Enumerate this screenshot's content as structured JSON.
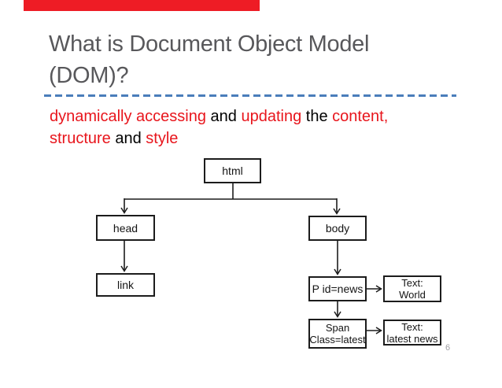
{
  "slide": {
    "accent_bar_color": "#ee1c25",
    "title": {
      "line1": "What is Document Object Model",
      "line2": "(DOM)?",
      "color": "#58585b"
    },
    "divider_color": "#4a7dba",
    "subtitle": {
      "red_color": "#e8151c",
      "black_color": "#000000",
      "line1": [
        {
          "text": "dynamically accessing ",
          "color": "red"
        },
        {
          "text": "and ",
          "color": "black"
        },
        {
          "text": "updating ",
          "color": "red"
        },
        {
          "text": "the ",
          "color": "black"
        },
        {
          "text": "content,",
          "color": "red"
        }
      ],
      "line2": [
        {
          "text": "structure ",
          "color": "red"
        },
        {
          "text": "and ",
          "color": "black"
        },
        {
          "text": "style",
          "color": "red"
        }
      ]
    },
    "diagram": {
      "html": {
        "label": "html"
      },
      "head": {
        "label": "head"
      },
      "link": {
        "label": "link"
      },
      "body": {
        "label": "body"
      },
      "p": {
        "label": "P id=news"
      },
      "text_world": {
        "line1": "Text:",
        "line2": "World"
      },
      "span": {
        "line1": "Span",
        "line2": "Class=latest"
      },
      "text_latest": {
        "line1": "Text:",
        "line2": "latest news"
      }
    },
    "page_number": "6"
  }
}
